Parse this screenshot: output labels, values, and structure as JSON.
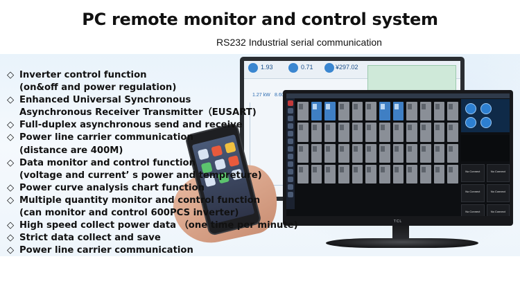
{
  "header": {
    "title": "PC remote monitor and control system",
    "subtitle": "RS232 Industrial serial communication"
  },
  "features": [
    {
      "bullet": "◇",
      "lines": [
        "Inverter control function",
        "(on&off and power regulation)"
      ]
    },
    {
      "bullet": "◇",
      "lines": [
        "Enhanced Universal Synchronous",
        "Asynchronous Receiver Transmitter（EUSART)"
      ]
    },
    {
      "bullet": "◇",
      "lines": [
        "Full-duplex asynchronous send and receive"
      ]
    },
    {
      "bullet": "◇",
      "lines": [
        "Power line carrier communication",
        "(distance are 400M)"
      ]
    },
    {
      "bullet": "◇",
      "lines": [
        "Data monitor and control function",
        "(voltage and current’ s power and tempreture)"
      ]
    },
    {
      "bullet": "◇",
      "lines": [
        "Power curve analysis chart function"
      ]
    },
    {
      "bullet": "◇",
      "lines": [
        "Multiple quantity monitor and control function",
        "(can monitor and control 600PCS inverter)"
      ]
    },
    {
      "bullet": "◇",
      "lines": [
        "High speed collect power data （one time per minute)"
      ]
    },
    {
      "bullet": "◇",
      "lines": [
        "Strict data collect and save"
      ]
    },
    {
      "bullet": "◇",
      "lines": [
        "Power line carrier communication"
      ]
    }
  ],
  "back_monitor": {
    "stats": [
      "1.93",
      "0.71",
      "¥297.02"
    ],
    "kw_values": [
      "1.27 kW",
      "8.60 kW"
    ]
  },
  "front_monitor": {
    "brand": "TCL",
    "status_buttons": [
      "No Connect",
      "No Connect",
      "No Connect",
      "No Connect",
      "No Connect",
      "No Connect"
    ]
  },
  "colors": {
    "accent_blue": "#3f7fc4",
    "background_band": "#e9f3fb",
    "text": "#111111"
  }
}
